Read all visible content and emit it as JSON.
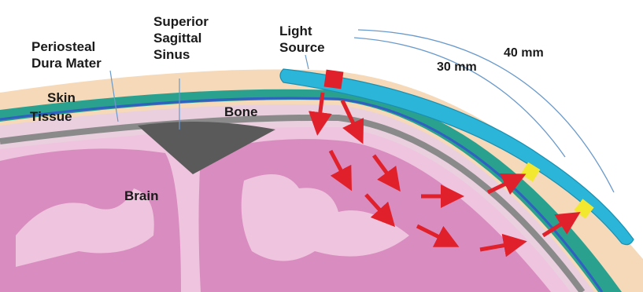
{
  "labels": {
    "periosteal_line1": "Periosteal",
    "periosteal_line2": "Dura Mater",
    "sinus_line1": "Superior",
    "sinus_line2": "Sagittal",
    "sinus_line3": "Sinus",
    "light_line1": "Light",
    "light_line2": "Source",
    "skin": "Skin",
    "tissue": "Tissue",
    "bone": "Bone",
    "brain": "Brain",
    "dist_30": "30 mm",
    "dist_40": "40 mm"
  },
  "colors": {
    "skin": "#f5d9b8",
    "tissue": "#e8c8d4",
    "bone": "#8a8a8a",
    "dura": "#2a9a8a",
    "csf_blue": "#3060c0",
    "brain_outer": "#d98cbf",
    "brain_inner": "#efc4de",
    "probe": "#2bb5d8",
    "source": "#e0202a",
    "detector": "#f2e830",
    "photon": "#e0202a",
    "sinus": "#5a5a5a"
  }
}
